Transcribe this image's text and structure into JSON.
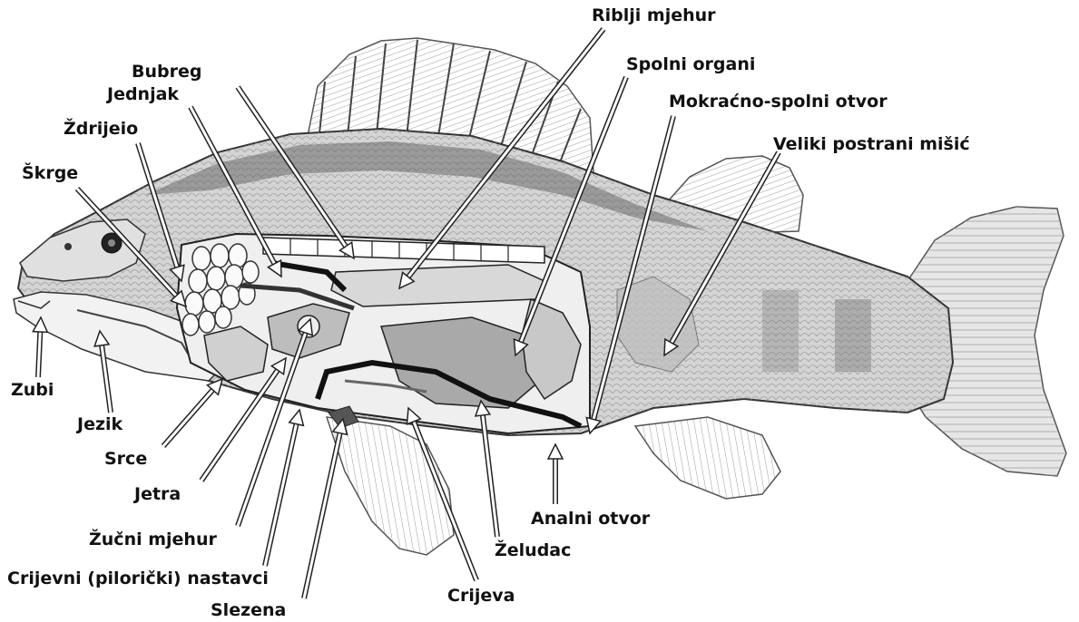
{
  "labels": {
    "riblji_mjehur": "Riblji mjehur",
    "spolni_organi": "Spolni organi",
    "bubreg": "Bubreg",
    "jednjak": "Jednjak",
    "mokracno_spolni_otvor": "Mokraćno-spolni otvor",
    "zdrijelo": "Ždrijeio",
    "veliki_postrani_misic": "Veliki postrani mišić",
    "skrge": "Škrge",
    "zubi": "Zubi",
    "jezik": "Jezik",
    "srce": "Srce",
    "jetra": "Jetra",
    "zucni_mjehur": "Žučni mjehur",
    "crijevni_nastavci": "Crijevni (pilorički) nastavci",
    "slezena": "Slezena",
    "crijeva": "Crijeva",
    "zeludac": "Želudac",
    "analni_otvor": "Analni otvor"
  }
}
